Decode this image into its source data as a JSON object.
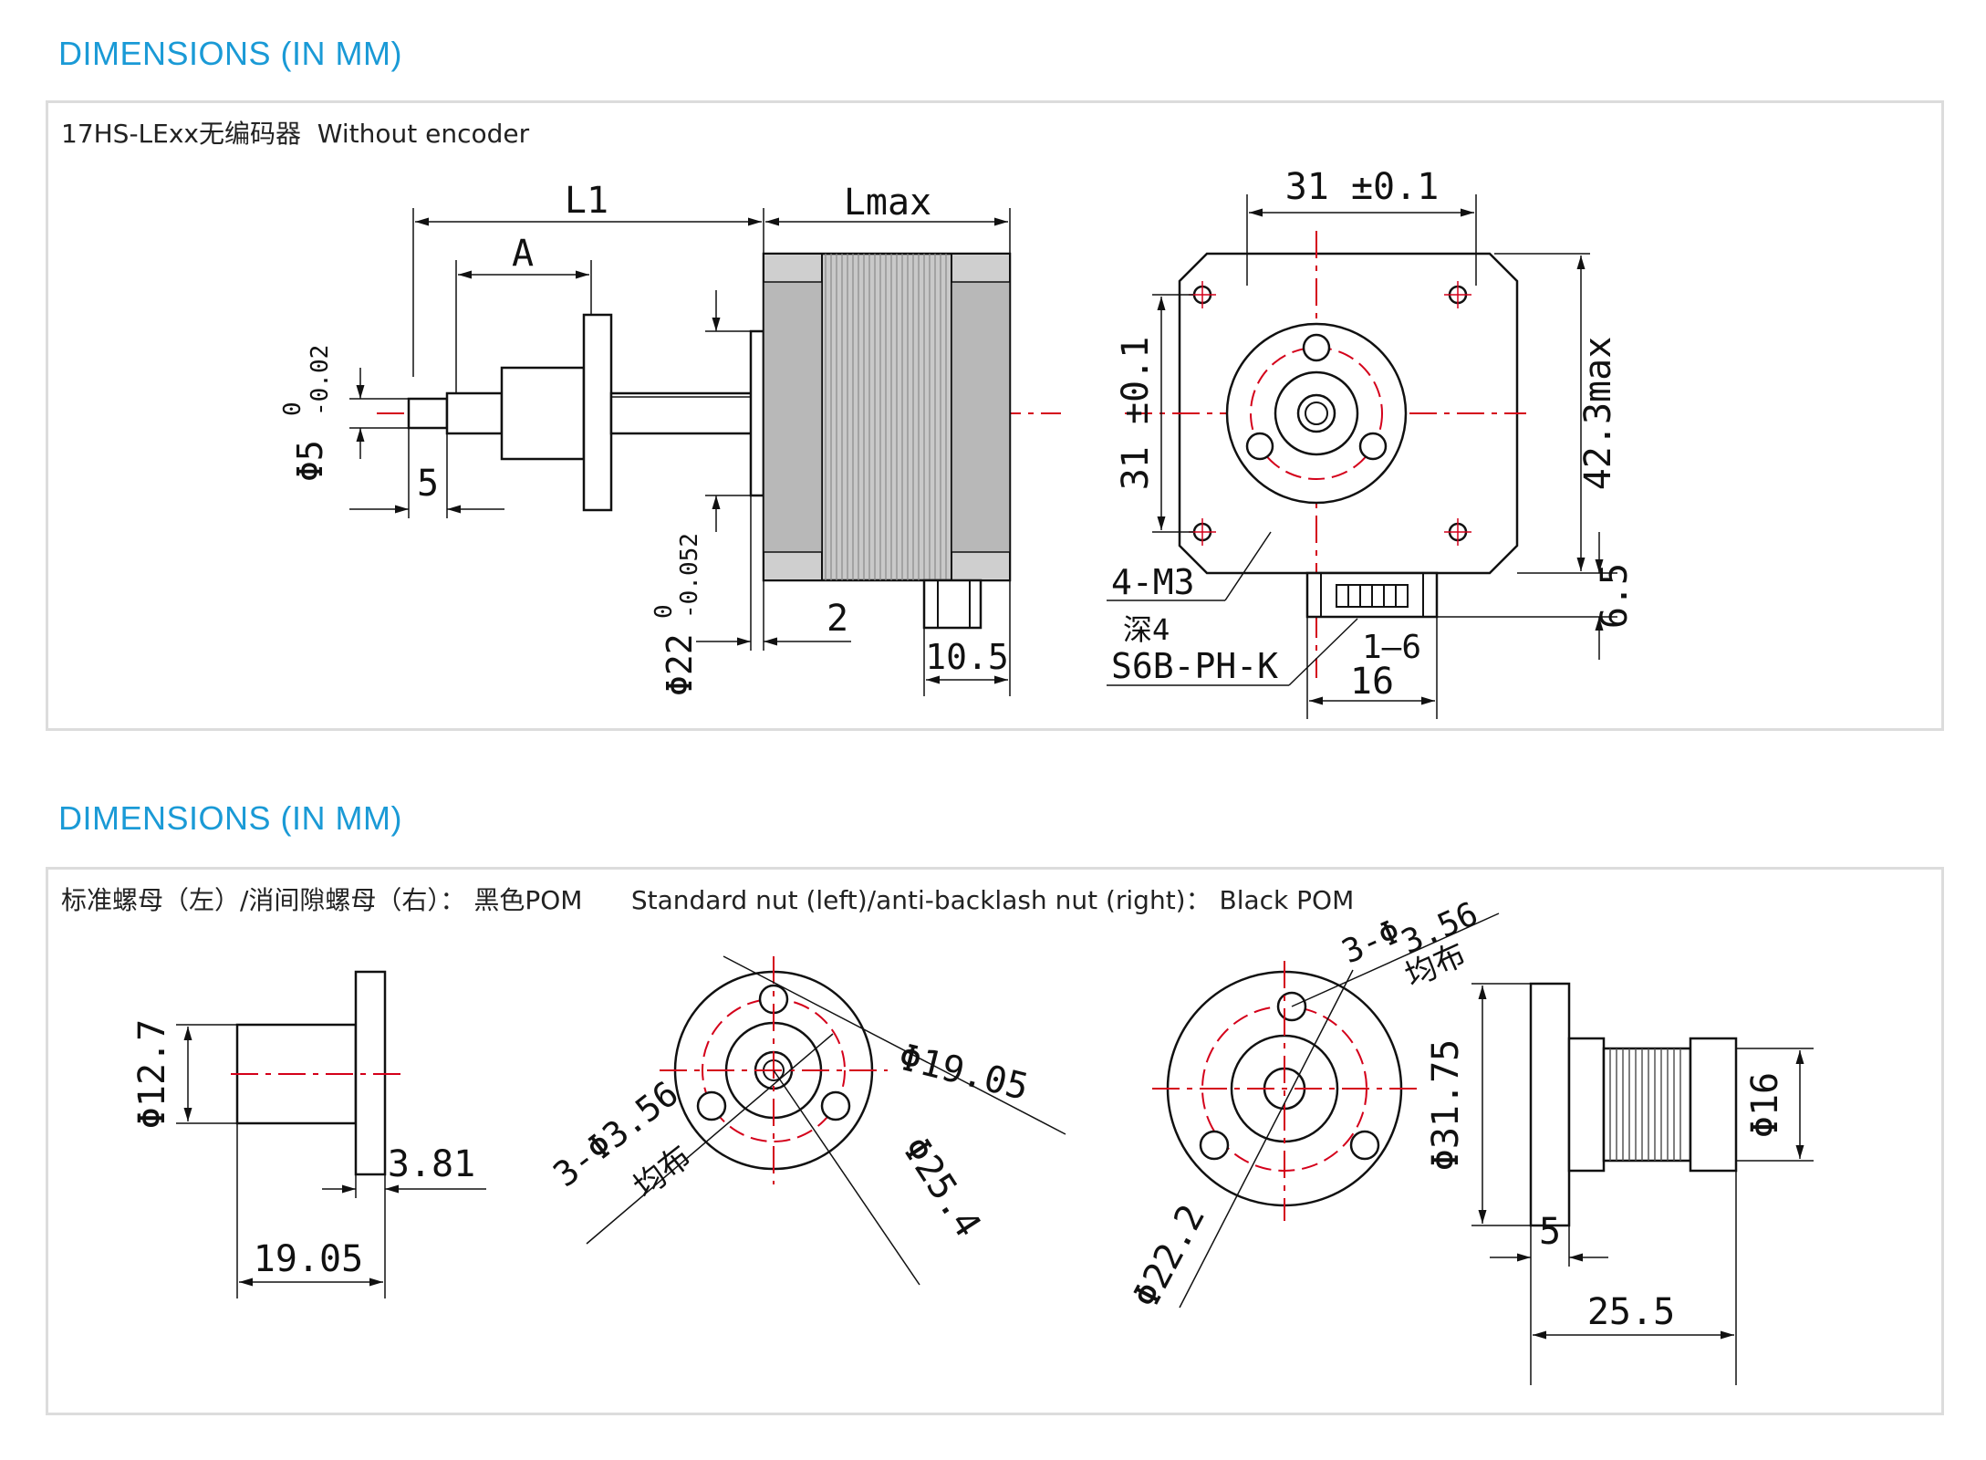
{
  "section1": {
    "heading": "DIMENSIONS (IN MM)",
    "caption": "17HS-LExx无编码器  Without encoder",
    "labels": {
      "l1": "L1",
      "a": "A",
      "lmax": "Lmax",
      "phi5": "Φ5",
      "phi5_tol_upper": "0",
      "phi5_tol_lower": "-0.02",
      "five": "5",
      "phi22": "Φ22",
      "phi22_tol_upper": "0",
      "phi22_tol_lower": "-0.052",
      "two": "2",
      "ten_five": "10.5",
      "top_31": "31 ±0.1",
      "side_31": "31 ±0.1",
      "h_423": "42.3max",
      "m3": "4-M3",
      "depth": "深4",
      "connector": "S6B-PH-K",
      "pins": "1—6",
      "sixteen": "16",
      "six_five": "6.5"
    }
  },
  "section2": {
    "heading": "DIMENSIONS (IN MM)",
    "caption": "标准螺母（左）/消间隙螺母（右）： 黑色POM      Standard nut (left)/anti-backlash nut (right)： Black POM",
    "labels": {
      "phi127": "Φ12.7",
      "d381": "3.81",
      "d1905": "19.05",
      "phi1905": "Φ19.05",
      "holes_left": "3-Φ3.56",
      "even_left": "均布",
      "phi254": "Φ25.4",
      "holes_right_a": "3-Φ",
      "holes_right_b": "3.56",
      "even_right": "均布",
      "phi222": "Φ22.2",
      "phi3175": "Φ31.75",
      "phi16": "Φ16",
      "d5": "5",
      "d255": "25.5"
    }
  },
  "colors": {
    "heading": "#1a9ad6",
    "line": "#111111",
    "center": "#d4001a",
    "body_gray": "#c9c9c9"
  }
}
